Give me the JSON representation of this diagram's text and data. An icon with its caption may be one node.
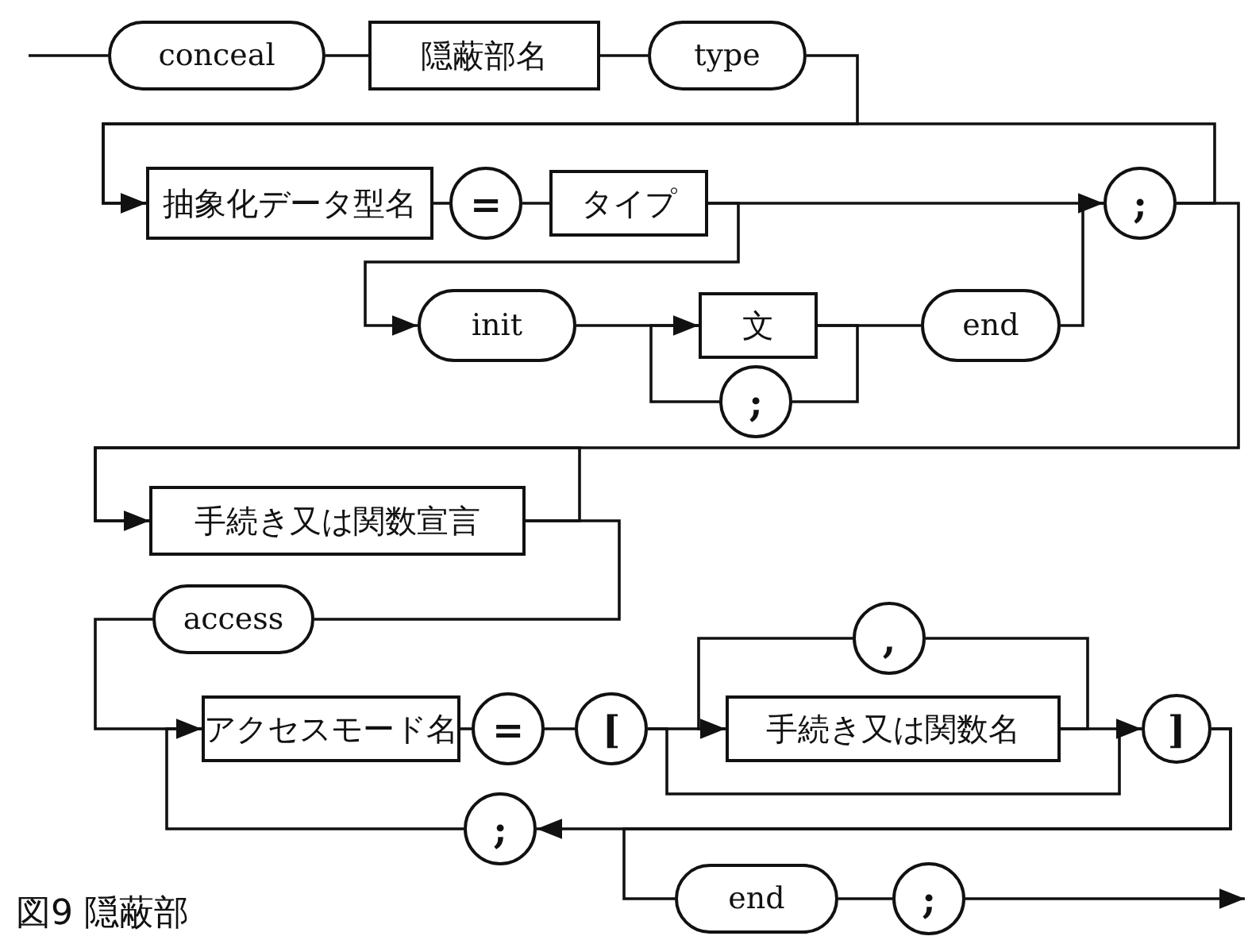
{
  "diagram": {
    "caption": "図9 隠蔽部",
    "nodes": [
      {
        "text": [
          "conceal"
        ]
      },
      {
        "text": [
          "隠蔽部名"
        ]
      },
      {
        "text": [
          "type"
        ]
      },
      {
        "text": [
          "抽象化データ型名"
        ]
      },
      {
        "text": [
          "="
        ]
      },
      {
        "text": [
          "タイプ"
        ]
      },
      {
        "text": [
          "init"
        ]
      },
      {
        "text": [
          "文"
        ]
      },
      {
        "text": [
          ";"
        ]
      },
      {
        "text": [
          "end"
        ]
      },
      {
        "text": [
          ";"
        ]
      },
      {
        "text": [
          "手続き又は関数宣言"
        ]
      },
      {
        "text": [
          "access"
        ]
      },
      {
        "text": [
          "アクセスモード名"
        ]
      },
      {
        "text": [
          "="
        ]
      },
      {
        "text": [
          "["
        ]
      },
      {
        "text": [
          ","
        ]
      },
      {
        "text": [
          "手続き又は関数名"
        ]
      },
      {
        "text": [
          "]"
        ]
      },
      {
        "text": [
          ";"
        ]
      },
      {
        "text": [
          "end"
        ]
      },
      {
        "text": [
          ";"
        ]
      }
    ],
    "edges": [
      {
        "from": null,
        "to": 0,
        "arrow": "none"
      },
      {
        "from": 0,
        "to": 1,
        "arrow": "none"
      },
      {
        "from": 1,
        "to": 2,
        "arrow": "none"
      },
      {
        "from": 2,
        "to": 3,
        "arrow": "to"
      },
      {
        "from": 3,
        "to": 4,
        "arrow": "none"
      },
      {
        "from": 4,
        "to": 5,
        "arrow": "none"
      },
      {
        "from": 5,
        "to": 10,
        "arrow": "to"
      },
      {
        "from": 5,
        "to": 6,
        "arrow": "to"
      },
      {
        "from": 6,
        "to": 7,
        "arrow": "none"
      },
      {
        "from": 7,
        "to": 8,
        "arrow": "none"
      },
      {
        "from": 8,
        "to": 7,
        "arrow": "to"
      },
      {
        "from": 7,
        "to": 9,
        "arrow": "none"
      },
      {
        "from": 9,
        "to": 10,
        "arrow": "none"
      },
      {
        "from": 10,
        "to": 3,
        "arrow": "to"
      },
      {
        "from": 10,
        "to": 11,
        "arrow": "to"
      },
      {
        "from": 11,
        "to": 11,
        "arrow": "to"
      },
      {
        "from": 11,
        "to": 12,
        "arrow": "none"
      },
      {
        "from": 12,
        "to": 13,
        "arrow": "none"
      },
      {
        "from": 13,
        "to": 14,
        "arrow": "none"
      },
      {
        "from": 14,
        "to": 15,
        "arrow": "none"
      },
      {
        "from": 15,
        "to": 17,
        "arrow": "none"
      },
      {
        "from": 15,
        "to": 18,
        "arrow": "to"
      },
      {
        "from": 17,
        "to": 16,
        "arrow": "none"
      },
      {
        "from": 16,
        "to": 17,
        "arrow": "to"
      },
      {
        "from": 17,
        "to": 18,
        "arrow": "none"
      },
      {
        "from": 18,
        "to": 19,
        "arrow": "to"
      },
      {
        "from": 19,
        "to": 13,
        "arrow": "to"
      },
      {
        "from": 18,
        "to": 20,
        "arrow": "none"
      },
      {
        "from": 20,
        "to": 21,
        "arrow": "none"
      },
      {
        "from": 21,
        "to": null,
        "arrow": "to"
      }
    ]
  }
}
